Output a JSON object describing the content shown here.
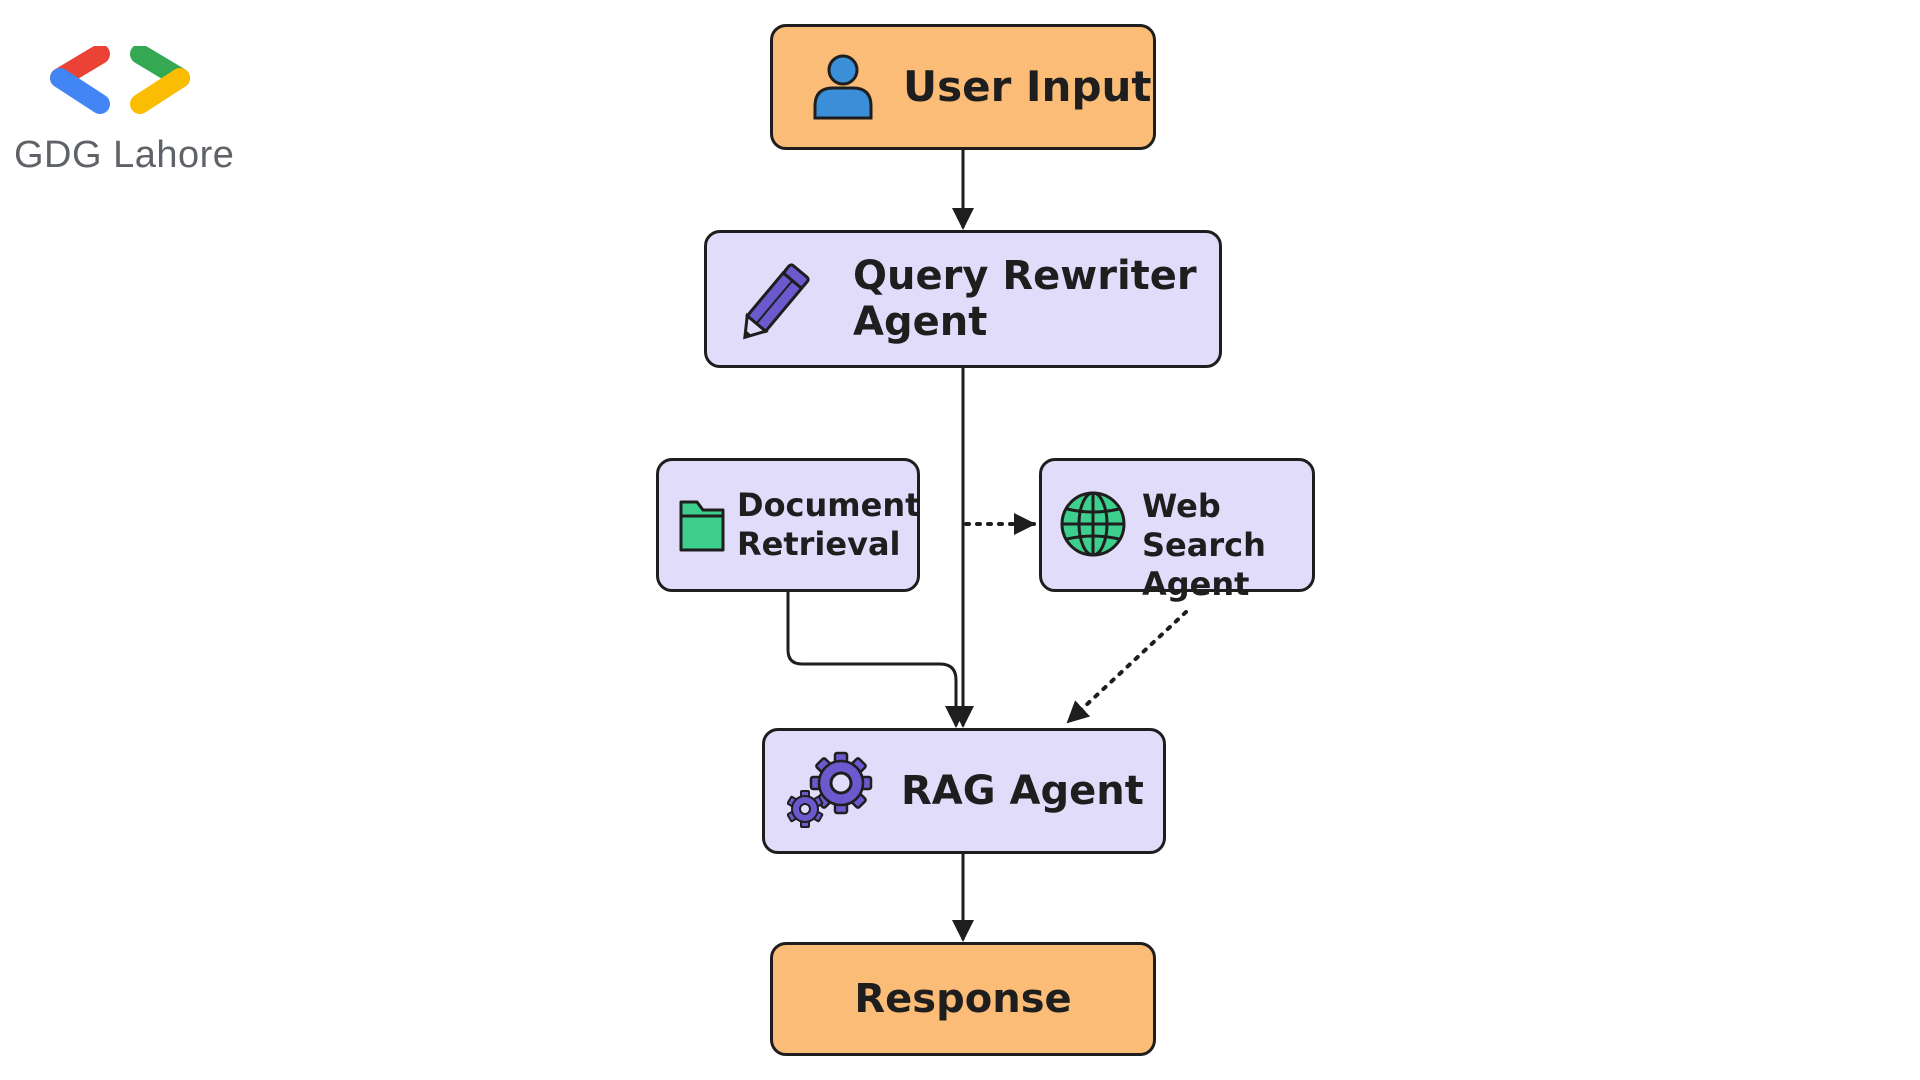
{
  "logo": {
    "text": "GDG Lahore",
    "colors": {
      "red": "#ea4335",
      "blue": "#4285f4",
      "green": "#34a853",
      "yellow": "#fbbc04"
    }
  },
  "nodes": {
    "user_input": {
      "label": "User Input",
      "icon": "user-icon"
    },
    "query_rewriter": {
      "label_line1": "Query Rewriter",
      "label_line2": "Agent",
      "icon": "pencil-icon"
    },
    "document_retrieval": {
      "label_line1": "Document",
      "label_line2": "Retrieval",
      "icon": "folder-icon"
    },
    "web_search": {
      "label_line1": "Web",
      "label_line2": "Search",
      "label_line3": "Agent",
      "icon": "globe-icon"
    },
    "rag_agent": {
      "label": "RAG Agent",
      "icon": "gears-icon"
    },
    "response": {
      "label": "Response"
    }
  },
  "edges": [
    {
      "from": "user_input",
      "to": "query_rewriter",
      "style": "solid"
    },
    {
      "from": "query_rewriter",
      "to": "rag_agent",
      "style": "solid"
    },
    {
      "from": "query_rewriter",
      "to": "web_search",
      "style": "dotted"
    },
    {
      "from": "document_retrieval",
      "to": "rag_agent",
      "style": "solid"
    },
    {
      "from": "web_search",
      "to": "rag_agent",
      "style": "dotted"
    },
    {
      "from": "rag_agent",
      "to": "response",
      "style": "solid"
    }
  ],
  "colors": {
    "terminal_fill": "#fbbc78",
    "agent_fill": "#e2dcfb",
    "stroke": "#1e1e1e",
    "icon_purple": "#6a5acd",
    "icon_blue": "#3b8ed8",
    "icon_green": "#3ecf8e"
  }
}
